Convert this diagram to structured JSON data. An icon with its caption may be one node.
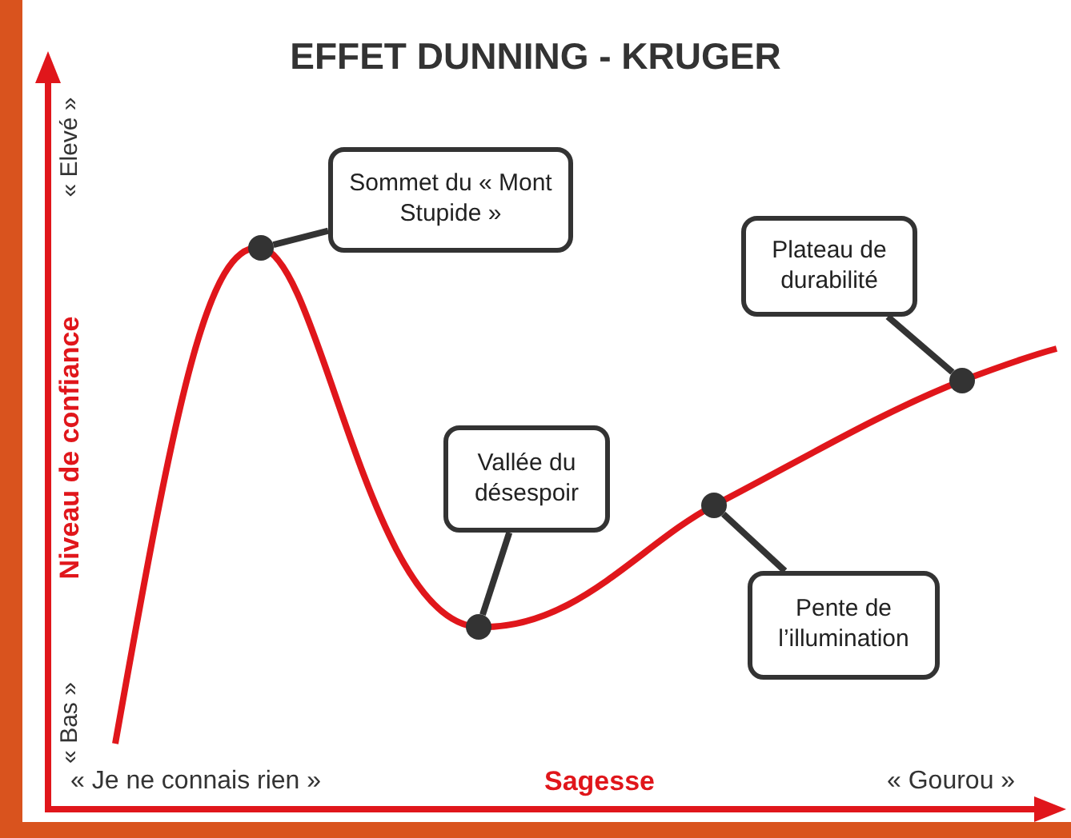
{
  "diagram": {
    "title": "EFFET DUNNING - KRUGER",
    "nodes": [
      {
        "text": [
          "Sommet du « Mont Stupide »"
        ]
      },
      {
        "text": [
          "Plateau de durabilité"
        ]
      },
      {
        "text": [
          "Vallée du désespoir"
        ]
      },
      {
        "text": [
          "Pente de l’illumination"
        ]
      },
      {
        "text": [],
        "shape": "circle"
      },
      {
        "text": [],
        "shape": "circle"
      },
      {
        "text": [],
        "shape": "circle"
      },
      {
        "text": [],
        "shape": "circle"
      }
    ],
    "edges": [
      {
        "from": 0,
        "to": 4,
        "arrow": "none"
      },
      {
        "from": 1,
        "to": 7,
        "arrow": "none"
      },
      {
        "from": 2,
        "to": 5,
        "arrow": "none"
      },
      {
        "from": 3,
        "to": 6,
        "arrow": "none"
      }
    ],
    "labels": [
      "« Elevé »",
      "Niveau de confiance",
      "« Bas »",
      "« Je ne connais rien »",
      "Sagesse",
      "« Gourou »"
    ]
  }
}
